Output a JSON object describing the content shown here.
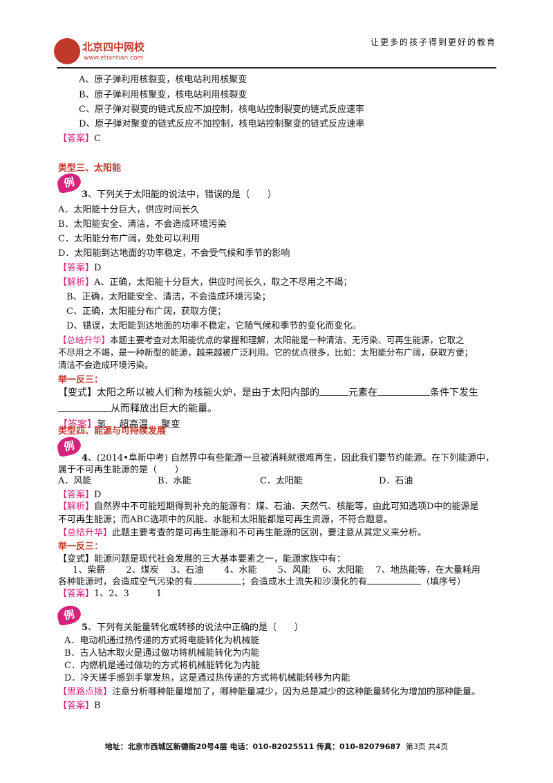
{
  "header": {
    "logo_name": "北京四中网校",
    "logo_url": "www.etiantian.com",
    "slogan": "让更多的孩子得到更好的教育"
  },
  "prev_question": {
    "options": [
      "A、原子弹利用核裂变，核电站利用核聚变",
      "B、原子弹利用核聚变，核电站利用核裂变",
      "C、原子弹对裂变的链式反应不加控制，核电站控制裂变的链式反应速率",
      "D、原子弹对聚变的链式反应不加控制，核电站控制聚变的链式反应速率"
    ],
    "answer_tag": "【答案】",
    "answer": "C"
  },
  "section3": {
    "title": "类型三、太阳能",
    "badge": "例",
    "q_num": "3",
    "q_text": "、下列关于太阳能的说法中，错误的是（　　）",
    "options": [
      "A．太阳能十分巨大，供应时间长久",
      "B．太阳能安全、清洁，不会造成环境污染",
      "C．太阳能分布广阔，处处可以利用",
      "D．太阳能到达地面的功率稳定，不会受气候和季节的影响"
    ],
    "answer_tag": "【答案】",
    "answer": "D",
    "analysis_tag": "【解析】",
    "analysis": [
      "A、正确，太阳能十分巨大，供应时间长久，取之不尽用之不竭；",
      "B、正确，太阳能安全、清洁，不会造成环境污染；",
      "C、正确，太阳能分布广阔，获取方便；",
      "D、错误，太阳能到达地面的功率不稳定，它随气候和季节的变化而变化。"
    ],
    "summary_tag": "【总结升华】",
    "summary": [
      "本题主要考查对太阳能优点的掌握和理解，太阳能是一种清洁、无污染、可再生能源，它取之",
      "不尽用之不竭，是一种新型的能源，越来越被广泛利用。它的优点很多，比如：太阳能分布广阔，获取方便；",
      "清洁不会造成环境污染。"
    ],
    "extend_title": "举一反三：",
    "variant_tag": "【变式】",
    "variant_p1": "太阳之所以被人们称为核能火炉，是由于太阳内部的",
    "variant_p2": "元素在",
    "variant_p3": "条件下发生",
    "variant_p4": "从而释放出巨大的能量。",
    "variant_answer_tag": "【答案】",
    "variant_answer": "氢　 超高温　 聚变"
  },
  "section4": {
    "title": "类型四、能源与可持续发展",
    "badge": "例",
    "q_num": "4",
    "q_text_1": "、(2014•阜新中考) 自然界中有些能源一旦被消耗就很难再生，因此我们要节约能源。在下列能源中，",
    "q_text_2": "属于不可再生能源的是（　　）",
    "options": [
      "A．风能",
      "B．水能",
      "C．太阳能",
      "D．石油"
    ],
    "answer_tag": "【答案】",
    "answer": "D",
    "analysis_tag": "【解析】",
    "analysis": [
      "自然界中不可能短期得到补充的能源有：煤、石油、天然气、核能等，由此可知选项D中的能源是",
      "不可再生能源；而ABC选项中的风能、水能和太阳能都是可再生资源，不符合题意。"
    ],
    "summary_tag": "【总结升华】",
    "summary": "此题主要考查的是可再生能源和不可再生能源的区别，要注意从其定义来分析。",
    "extend_title": "举一反三：",
    "variant_tag": "【变式】",
    "variant_line1": "能源问题是现代社会发展的三大基本要素之一，能源家族中有：",
    "variant_items": "1、柴薪　　 2、煤炭　 3、石油　　 4、水能　　 5、风能　 6、太阳能　 7、地热能等，在大量耗用",
    "variant_line3_a": "各种能源时，会造成空气污染的有",
    "variant_line3_b": "；会造成水土流失和沙漠化的有",
    "variant_line3_c": "（填序号）",
    "variant_answer_tag": "【答案】",
    "variant_answer": "1、2、3　　　1"
  },
  "question5": {
    "badge": "例",
    "q_num": "5",
    "q_text": "、下列有关能量转化或转移的说法中正确的是（　　）",
    "options": [
      "A．电动机通过热传递的方式将电能转化为机械能",
      "B．古人钻木取火是通过做功将机械能转化为内能",
      "C．内燃机是通过做功的方式将机械能转化为内能",
      "D．冷天搓手感到手掌发热，这是通过热传递的方式将机械能转移为内能"
    ],
    "hint_tag": "【思路点拨】",
    "hint": "注意分析哪种能量增加了，哪种能量减少，因为总是减少的这种能量转化为增加的那种能量。",
    "answer_tag": "【答案】",
    "answer": "B"
  },
  "footer": {
    "address": "地址：北京市西城区新德街20号4层  电话：010-82025511  传真：010-82079687",
    "page": "第3页  共4页"
  }
}
